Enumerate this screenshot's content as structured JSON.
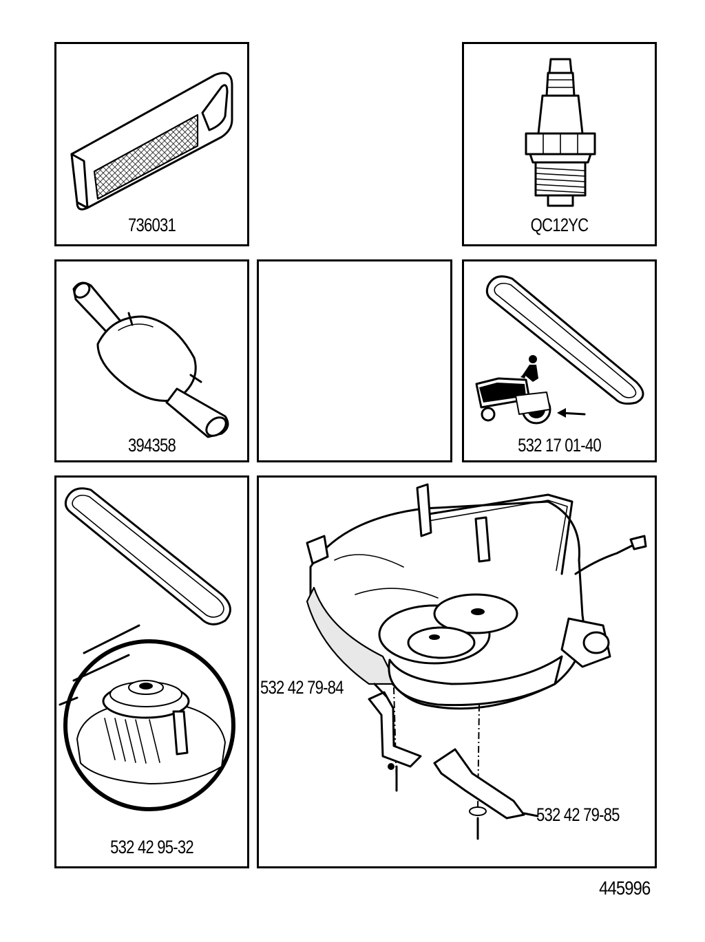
{
  "parts": {
    "air_filter": "736031",
    "spark_plug": "QC12YC",
    "fuel_filter": "394358",
    "drive_belt": "532 17 01-40",
    "deck_belt_pulley": "532 42 95-32",
    "blade_left": "532 42 79-84",
    "blade_right": "532 42 79-85"
  },
  "document_number": "445996"
}
